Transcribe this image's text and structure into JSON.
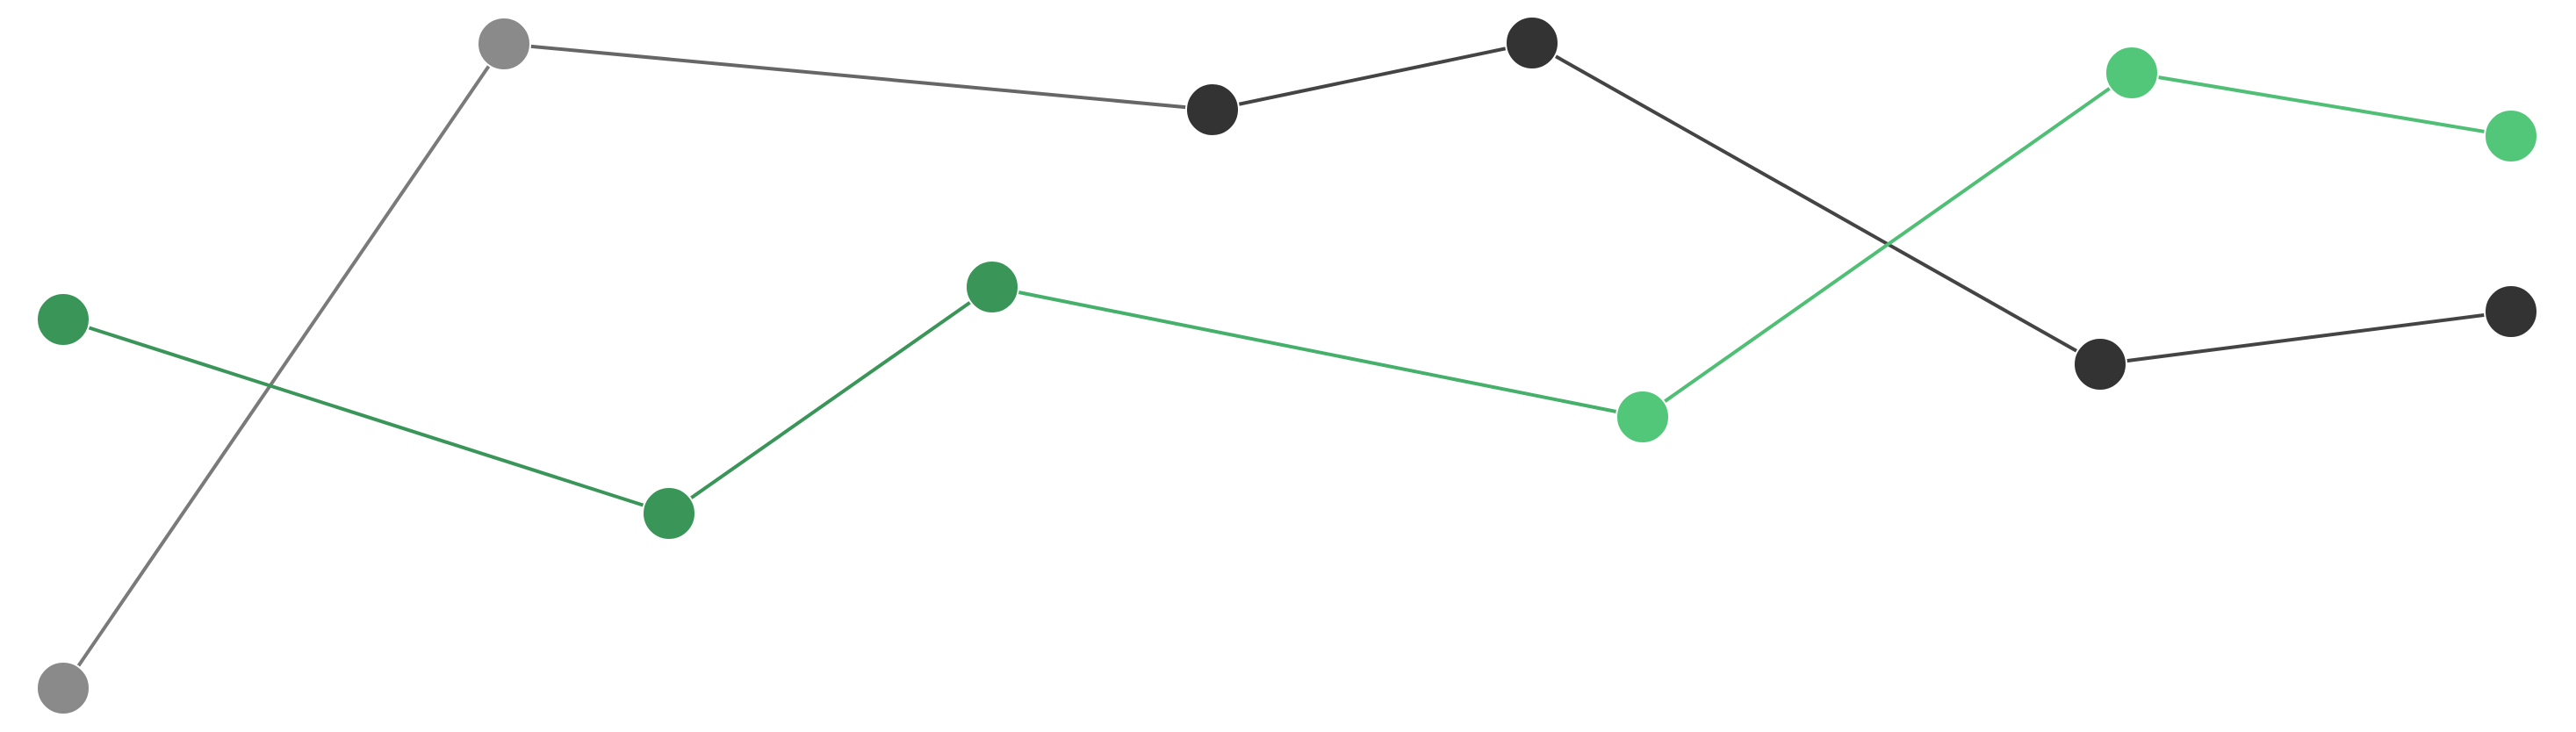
{
  "colors": {
    "background": "#ffffff",
    "gray_node": "#8a8a8a",
    "gray_edge": "#7a7a7a",
    "dark_node": "#333333",
    "dark_edge": "#444444",
    "green_dark_node": "#3a9558",
    "green_dark_edge": "#3a9558",
    "green_light_node": "#52c77a",
    "green_light_edge": "#4fbf75"
  },
  "nodes": [
    {
      "id": "n1",
      "tone": "gray"
    },
    {
      "id": "n2",
      "tone": "gray"
    },
    {
      "id": "n3",
      "tone": "dark"
    },
    {
      "id": "n4",
      "tone": "dark"
    },
    {
      "id": "n5",
      "tone": "dark"
    },
    {
      "id": "n6",
      "tone": "dark"
    },
    {
      "id": "n7",
      "tone": "green_dark"
    },
    {
      "id": "n8",
      "tone": "green_dark"
    },
    {
      "id": "n9",
      "tone": "green_dark"
    },
    {
      "id": "n10",
      "tone": "green_light"
    },
    {
      "id": "n11",
      "tone": "green_light"
    },
    {
      "id": "n12",
      "tone": "green_light"
    }
  ],
  "edges": [
    {
      "from": "n1",
      "to": "n2",
      "tone": "gray"
    },
    {
      "from": "n2",
      "to": "n3",
      "tone": "gray_dark"
    },
    {
      "from": "n3",
      "to": "n4",
      "tone": "dark"
    },
    {
      "from": "n4",
      "to": "n5",
      "tone": "dark"
    },
    {
      "from": "n5",
      "to": "n6",
      "tone": "dark"
    },
    {
      "from": "n7",
      "to": "n8",
      "tone": "green_dark"
    },
    {
      "from": "n8",
      "to": "n9",
      "tone": "green_dark"
    },
    {
      "from": "n9",
      "to": "n10",
      "tone": "green_mid"
    },
    {
      "from": "n10",
      "to": "n11",
      "tone": "green_light"
    },
    {
      "from": "n11",
      "to": "n12",
      "tone": "green_light"
    }
  ]
}
